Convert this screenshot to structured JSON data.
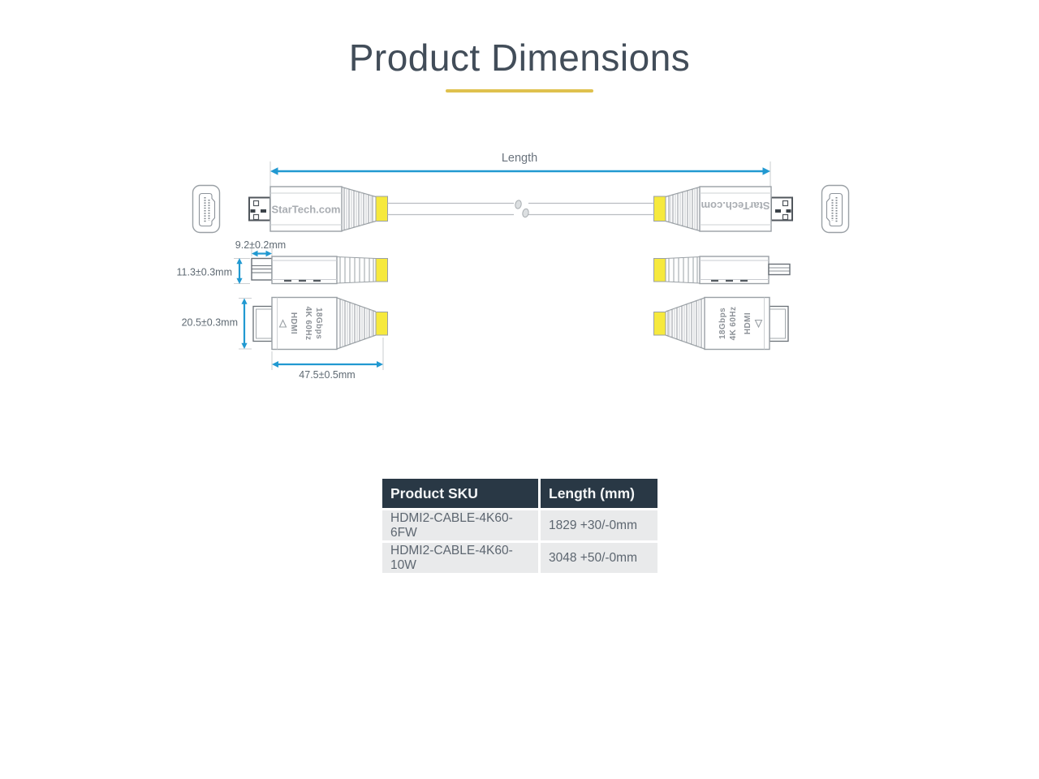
{
  "page": {
    "title": "Product Dimensions"
  },
  "colors": {
    "accent_blue": "#2199d1",
    "band_yellow": "#f6e93d",
    "underline_gold": "#dfc14e",
    "title_text": "#424d59",
    "label_text": "#5f6a73",
    "drawing_line": "#9aa0a5",
    "table_header_bg": "#293845",
    "table_row_bg": "#e9eaeb"
  },
  "diagram": {
    "length_label": "Length",
    "brand": "StarTech.com",
    "dims": {
      "tip_length": "9.2±0.2mm",
      "tip_height": "11.3±0.3mm",
      "connector_height": "20.5±0.3mm",
      "connector_length": "47.5±0.5mm"
    },
    "connector_marks": {
      "logo": "HDMI",
      "resolution": "4K 60Hz",
      "bandwidth": "18Gbps"
    }
  },
  "table": {
    "headers": [
      "Product SKU",
      "Length (mm)"
    ],
    "rows": [
      {
        "sku": "HDMI2-CABLE-4K60-6FW",
        "length": "1829 +30/-0mm"
      },
      {
        "sku": "HDMI2-CABLE-4K60-10W",
        "length": "3048 +50/-0mm"
      }
    ]
  }
}
